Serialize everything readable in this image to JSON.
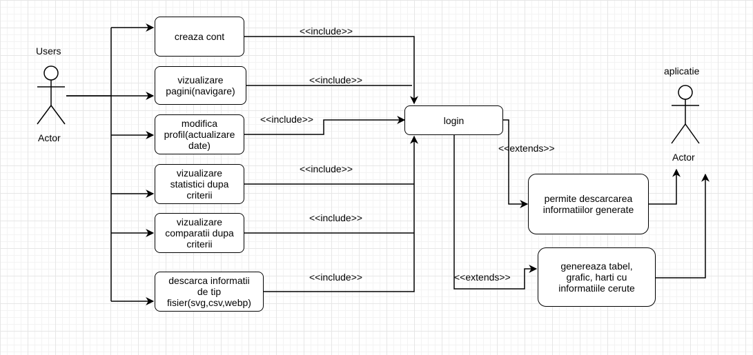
{
  "actors": {
    "users": {
      "title": "Users",
      "caption": "Actor"
    },
    "app": {
      "title": "aplicatie",
      "caption": "Actor"
    }
  },
  "use_cases": {
    "create_account": "creaza cont",
    "view_pages": "vizualizare\npagini(navigare)",
    "edit_profile": "modifica\nprofil(actualizare\ndate)",
    "view_stats": "vizualizare\nstatistici dupa\ncriterii",
    "view_compare": "vizualizare\ncomparatii dupa\ncriterii",
    "download_files": "descarca informatii\nde tip\nfisier(svg,csv,webp)",
    "login": "login",
    "allow_download": "permite descarcarea\ninformatiilor generate",
    "generate": "genereaza tabel,\ngrafic, harti cu\ninformatiile cerute"
  },
  "relations": {
    "include": "<<include>>",
    "extends": "<<extends>>"
  },
  "colors": {
    "line": "#000000",
    "grid": "#e6e6e6"
  }
}
